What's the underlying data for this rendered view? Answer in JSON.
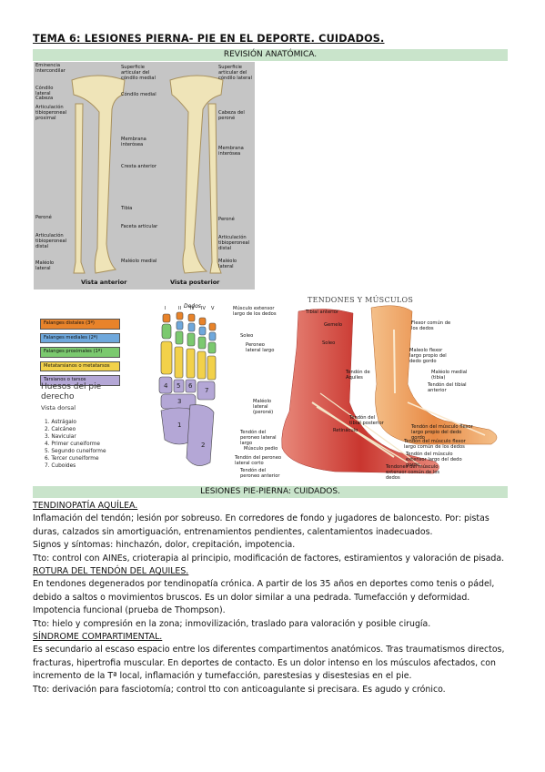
{
  "document": {
    "title": "TEMA 6: LESIONES PIERNA- PIE EN EL DEPORTE. CUIDADOS.",
    "banner_anatomy": "REVISIÓN ANATÓMICA.",
    "banner_injuries": "LESIONES PIE-PIERNA: CUIDADOS."
  },
  "tibia_figure": {
    "left_labels": [
      "Eminencia intercondilar",
      "Cóndilo lateral",
      "Cabeza",
      "Articulación tibioperoneal proximal",
      "Peroné",
      "Articulación tibioperoneal distal",
      "Maléolo lateral"
    ],
    "center_labels": [
      "Superficie articular del cóndilo medial",
      "Cóndilo medial",
      "Membrana interósea",
      "Cresta anterior",
      "Tibia",
      "Faceta articular",
      "Maléolo medial"
    ],
    "right_labels": [
      "Superficie articular del cóndilo lateral",
      "Cabeza del peroné",
      "Membrana interósea",
      "Peroné",
      "Articulación tibioperoneal distal",
      "Maléolo lateral"
    ],
    "caption_anterior": "Vista anterior",
    "caption_posterior": "Vista posterior"
  },
  "foot_bones_figure": {
    "legend": [
      {
        "label": "Falanges distales (3ª)",
        "color": "#e8832a"
      },
      {
        "label": "Falanges mediales (2ª)",
        "color": "#6fa8dc"
      },
      {
        "label": "Falanges proximales (1ª)",
        "color": "#7bc96f"
      },
      {
        "label": "Metatarsianos o metatarsos",
        "color": "#f2d14a"
      },
      {
        "label": "Tarsianos o tarsos",
        "color": "#b4a7d6"
      }
    ],
    "heading": "Huesos del pie derecho",
    "subheading": "Vista dorsal",
    "list": [
      "1. Astrágalo",
      "2. Calcáneo",
      "3. Navicular",
      "4. Primer cuneiforme",
      "5. Segundo cuneiforme",
      "6. Tercer cuneiforme",
      "7. Cuboides"
    ],
    "digits_label": "Dedos",
    "roman": [
      "I",
      "II",
      "III",
      "IV",
      "V"
    ],
    "numbers": [
      "1",
      "2",
      "3",
      "4",
      "5",
      "6",
      "7"
    ]
  },
  "tendons_figure": {
    "title": "TENDONES Y MÚSCULOS",
    "labels": [
      "Músculo extensor largo de los dedos",
      "Tibial anterior",
      "Gemelo",
      "Flexor común de los dedos",
      "Soleo",
      "Peroneo lateral largo",
      "Soleo",
      "Maleolo flexor largo propio del dedo gordo",
      "Maléolo medial (tibia)",
      "Tendón de Aquiles",
      "Tendón del tibial anterior",
      "Maléolo lateral (peroné)",
      "Tendón del tibial posterior",
      "Tendón del músculo flexor largo propio del dedo gordo",
      "Retináculo",
      "Tendón del músculo flexor largo común de los dedos",
      "Tendón del peroneo lateral largo",
      "Tendón del músculo extensor largo del dedo gordo",
      "Músculo pedio",
      "Tendón del peroneo lateral corto",
      "Tendones del músculo extensor común de los dedos",
      "Tendón del peroneo anterior"
    ]
  },
  "sections": [
    {
      "heading": "TENDINOPATÍA AQUÍLEA.",
      "paragraphs": [
        "Inflamación del tendón; lesión por sobreuso. En corredores de fondo y jugadores de baloncesto. Por: pistas duras, calzados sin amortiguación, entrenamientos pendientes, calentamientos inadecuados.",
        "Signos y síntomas: hinchazón, dolor, crepitación, impotencia.",
        "Tto: control con AINEs, crioterapia al principio, modificación de factores, estiramientos y valoración de pisada."
      ]
    },
    {
      "heading": "ROTURA DEL TENDÓN DEL AQUILES.",
      "paragraphs": [
        "En tendones degenerados por tendinopatía crónica. A partir de los 35 años en deportes como tenis o pádel, debido a saltos o movimientos bruscos. Es un dolor similar a una pedrada. Tumefacción y deformidad. Impotencia funcional (prueba de Thompson).",
        "Tto: hielo y compresión en la zona; inmovilización, traslado para valoración y posible cirugía."
      ]
    },
    {
      "heading": "SÍNDROME COMPARTIMENTAL.",
      "paragraphs": [
        "Es secundario al escaso espacio entre los diferentes compartimentos anatómicos. Tras traumatismos directos, fracturas, hipertrofia muscular. En deportes de contacto. Es un dolor intenso en los músculos afectados, con incremento de la Tª local, inflamación y tumefacción, parestesias y disestesias en el pie.",
        "Tto: derivación para fasciotomía; control tto con anticoagulante si precisara. Es agudo y crónico."
      ]
    }
  ]
}
